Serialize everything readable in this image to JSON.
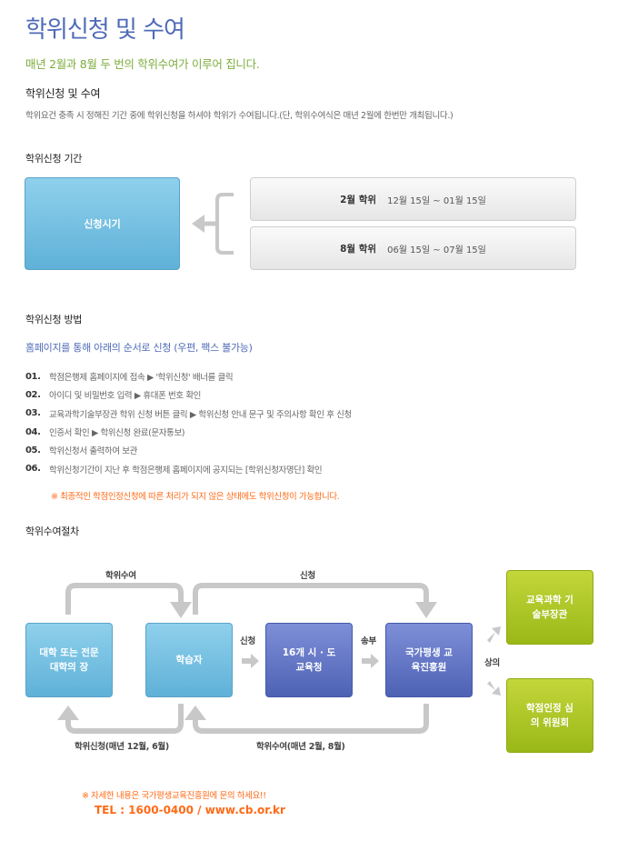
{
  "header": {
    "title": "학위신청 및 수여",
    "subtitle": "매년 2월과 8월 두 번의 학위수여가 이루어 집니다."
  },
  "intro": {
    "heading": "학위신청 및 수여",
    "text": "학위요건 충족 시 정해진 기간 중에 학위신청을 하셔야 학위가 수여됩니다.(단, 학위수여식은 매년 2월에 한번만 개최됩니다.)"
  },
  "period": {
    "heading": "학위신청 기간",
    "apply_label": "신청시기",
    "items": [
      {
        "degree": "2월 학위",
        "dates": "12월 15일 ~ 01월 15일"
      },
      {
        "degree": "8월 학위",
        "dates": "06월 15일 ~ 07월 15일"
      }
    ]
  },
  "method": {
    "heading": "학위신청 방법",
    "intro": "홈페이지를 통해 아래의 순서로 신청 (우편, 팩스 불가능)",
    "steps": [
      {
        "num": "01.",
        "text": "학점은행제 홈페이지에 접속 ▶ '학위신청' 배너를 클릭"
      },
      {
        "num": "02.",
        "text": "아이디 및 비밀번호 입력 ▶ 휴대폰 번호 확인"
      },
      {
        "num": "03.",
        "text": "교육과학기술부장관 학위 신청 버튼 클릭 ▶ 학위신청 안내 문구 및 주의사항 확인 후 신청"
      },
      {
        "num": "04.",
        "text": "인증서 확인 ▶ 학위신청 완료(문자통보)"
      },
      {
        "num": "05.",
        "text": "학위신청서 출력하여 보관"
      },
      {
        "num": "06.",
        "text": "학위신청기간이 지난 후 학점은행제 홈페이지에 공지되는 [학위신청자명단] 확인"
      }
    ],
    "note": "※ 최종적인 학점인정신청에 따른 처리가 되지 않은 상태에도 학위신청이 가능합니다."
  },
  "process": {
    "heading": "학위수여절차",
    "box_university": "대학 또는 전문대학의 장",
    "box_learner": "학습자",
    "box_office": "16개 시 · 도 교육청",
    "box_institute": "국가평생 교육진흥원",
    "box_ministry": "교육과학 기술부장관",
    "box_committee": "학점인정 심의 위원회",
    "label_award_top": "학위수여",
    "label_apply_top": "신청",
    "label_apply_mid": "신청",
    "label_send": "송부",
    "label_consult": "상의",
    "label_apply_bottom": "학위신청(매년 12월, 6월)",
    "label_award_bottom": "학위수여(매년 2월, 8월)"
  },
  "footer": {
    "note": "※ 자세한 내용은 국가평생교육진흥원에 문의 하세요!!",
    "contact": "TEL : 1600-0400 / www.cb.or.kr"
  },
  "colors": {
    "title": "#4f6bb8",
    "subtitle": "#7dac3c",
    "note": "#ff6a16",
    "arrow": "#c8c8c8"
  }
}
